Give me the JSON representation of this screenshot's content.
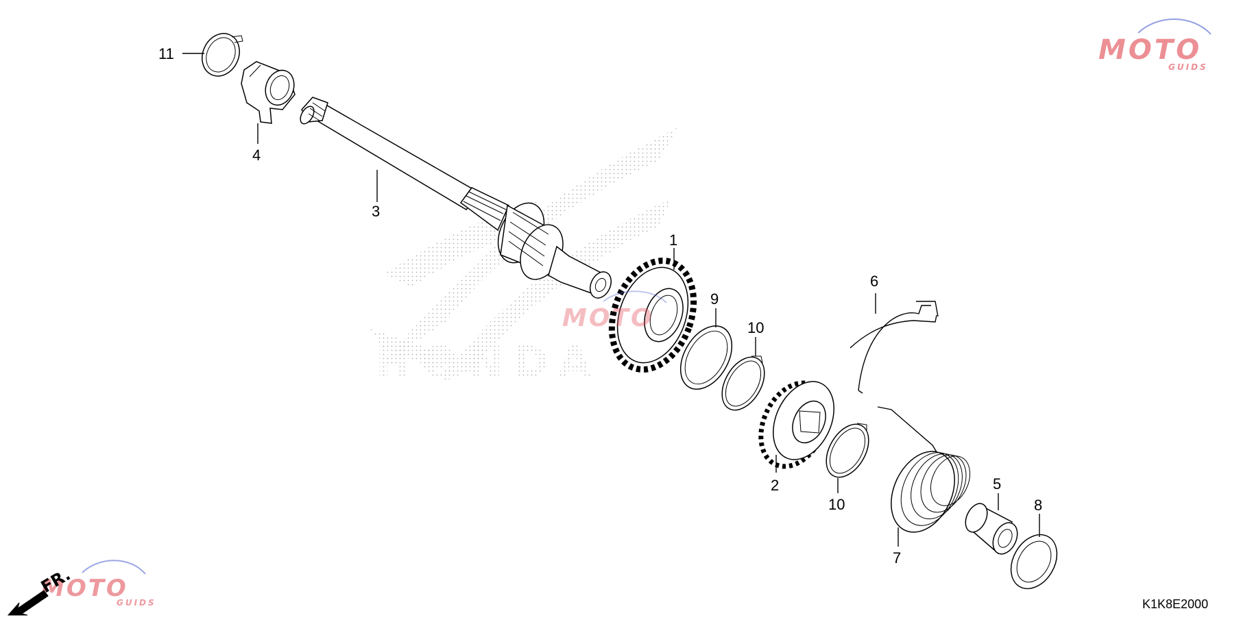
{
  "watermark": {
    "brand_word": "HONDA",
    "site_logo_text": "MOTO",
    "site_logo_sub": "GUIDS",
    "accent_red": "#e0464f",
    "accent_blue": "#4a5fd0"
  },
  "front_marker": {
    "label": "FR."
  },
  "diagram_code": "K1K8E2000",
  "callouts": {
    "p1": "1",
    "p2": "2",
    "p3": "3",
    "p4": "4",
    "p5": "5",
    "p6": "6",
    "p7": "7",
    "p8": "8",
    "p9": "9",
    "p10a": "10",
    "p10b": "10",
    "p11": "11"
  }
}
